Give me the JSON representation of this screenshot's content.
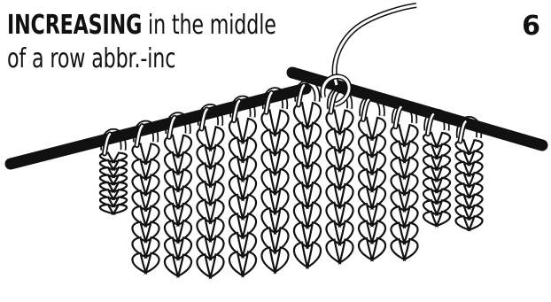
{
  "title": {
    "bold_part": "INCREASING",
    "rest_line1": " in the middle",
    "line2": "of a row abbr.-inc"
  },
  "page_number": "6",
  "colors": {
    "ink": "#111111",
    "paper": "#ffffff"
  },
  "illustration": {
    "subject": "knitted-fabric-on-needle",
    "loops_on_needle": 12,
    "stitch_rows": 8
  }
}
